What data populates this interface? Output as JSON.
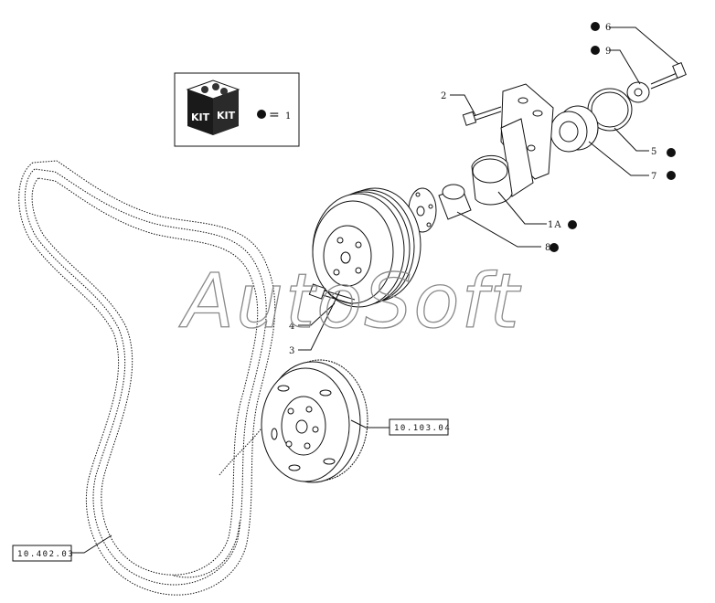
{
  "kit_box": {
    "icon_text_left": "KIT",
    "icon_text_right": "KIT",
    "equals": "=",
    "number": "1"
  },
  "callouts": [
    {
      "id": "6",
      "text": "6"
    },
    {
      "id": "9",
      "text": "9"
    },
    {
      "id": "2",
      "text": "2"
    },
    {
      "id": "5",
      "text": "5"
    },
    {
      "id": "7",
      "text": "7"
    },
    {
      "id": "1A",
      "text": "1A"
    },
    {
      "id": "8",
      "text": "8"
    },
    {
      "id": "4",
      "text": "4"
    },
    {
      "id": "3",
      "text": "3"
    }
  ],
  "references": {
    "damper": "10.103.04",
    "belt": "10.402.03"
  },
  "watermark": "AutoSoft"
}
